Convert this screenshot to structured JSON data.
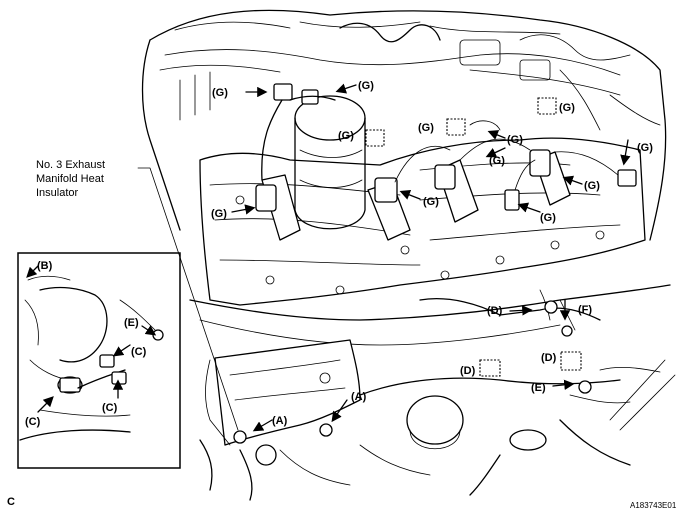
{
  "caption": {
    "line1": "No. 3 Exhaust",
    "line2": "Manifold Heat",
    "line3": "Insulator"
  },
  "figure_id": "A183743E01",
  "corner_letter": "C",
  "labels": {
    "A": "(A)",
    "B": "(B)",
    "C": "(C)",
    "D": "(D)",
    "E": "(E)",
    "F": "(F)",
    "G": "(G)"
  }
}
